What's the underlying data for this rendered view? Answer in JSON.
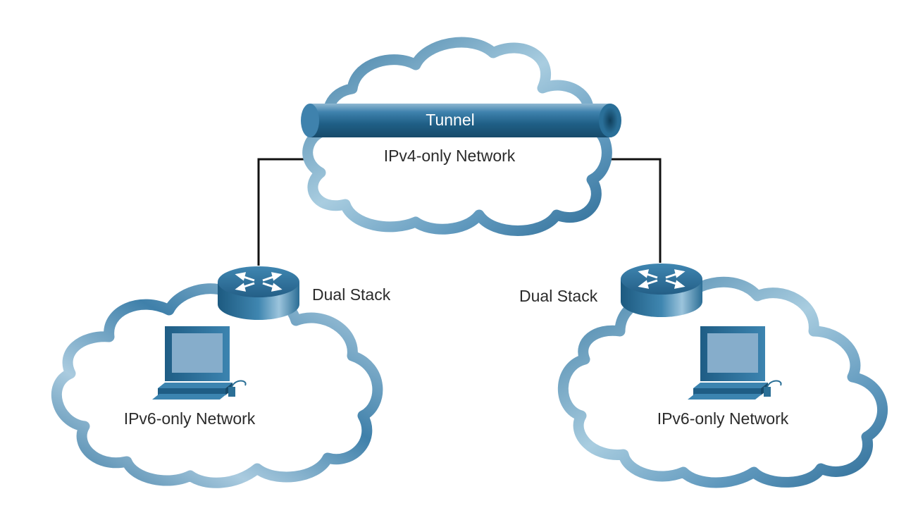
{
  "diagram": {
    "tunnel_label": "Tunnel",
    "ipv4_cloud_label": "IPv4-only Network",
    "left_router_label": "Dual Stack",
    "right_router_label": "Dual Stack",
    "left_cloud_label": "IPv6-only Network",
    "right_cloud_label": "IPv6-only Network"
  },
  "colors": {
    "cloud_dark": "#3e7fa8",
    "cloud_light": "#b9d6e6",
    "device_blue": "#2b6f96",
    "screen_blue": "#7fa8c9",
    "link": "#111111"
  },
  "icons": [
    "cloud-icon",
    "router-icon",
    "computer-icon",
    "tunnel-pipe-icon"
  ]
}
